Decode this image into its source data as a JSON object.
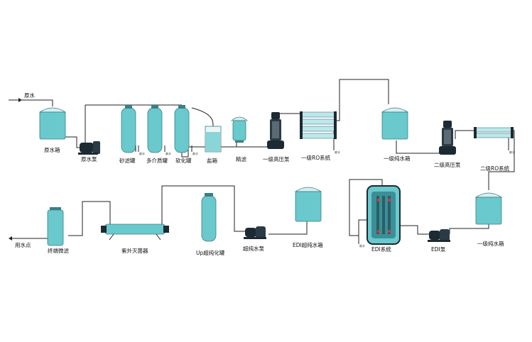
{
  "labels": {
    "raw_water_in": "原水",
    "raw_tank": "原水箱",
    "raw_pump": "原水泵",
    "sand_filter": "砂滤罐",
    "multi_media": "多介质罐",
    "softener": "软化罐",
    "salt_tank": "盐箱",
    "precision_filter": "精滤",
    "hp_pump_1": "一级高压泵",
    "ro_1": "一级RO系统",
    "pure_tank_1": "一级纯水箱",
    "hp_pump_2": "二级高压泵",
    "ro_2": "二级RO系统",
    "pure_tank_1b": "一级纯水箱",
    "edi_pump": "EDI泵",
    "edi_system": "EDI系统",
    "edi_tank": "EDI超纯水箱",
    "ultra_pump": "超纯水泵",
    "up_tank": "Up超纯化罐",
    "uv": "紫外灭菌器",
    "terminal_filter": "终端微滤",
    "use_point": "用水点"
  },
  "drain_label": "废水",
  "colors": {
    "tank": "#69c9cd",
    "pump": "#1c2a33",
    "pipe": "#222222",
    "membrane": "#bfe6ea"
  }
}
